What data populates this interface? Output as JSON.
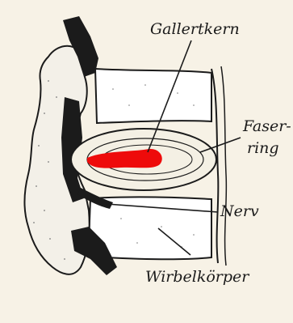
{
  "labels": {
    "gallertkern": "Gallertkern",
    "faserring_line1": "Faser-",
    "faserring_line2": "ring",
    "nerv": "Nerv",
    "wirbelkoerper": "Wirbelkörper"
  },
  "colors": {
    "nucleus": "#ee0b0b",
    "ink": "#1b1b1b",
    "paper": "#f7f2e6",
    "bone": "#ffffff"
  }
}
